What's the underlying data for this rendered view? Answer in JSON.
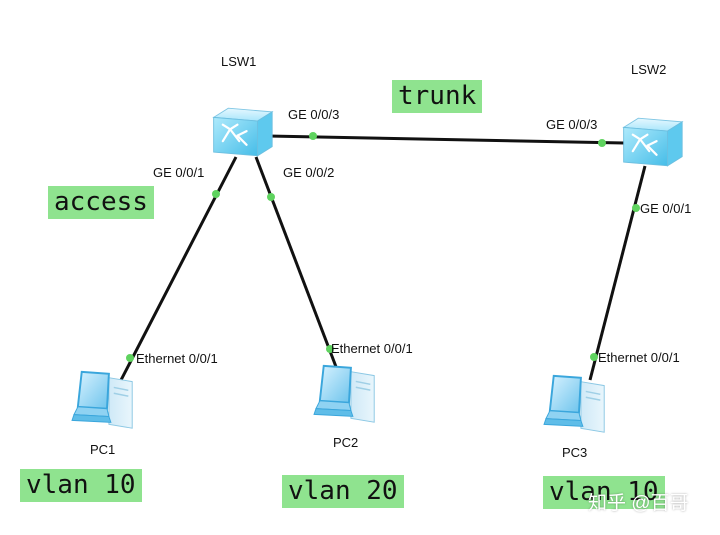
{
  "switches": [
    {
      "id": "lsw1",
      "name": "LSW1"
    },
    {
      "id": "lsw2",
      "name": "LSW2"
    }
  ],
  "pcs": [
    {
      "id": "pc1",
      "name": "PC1"
    },
    {
      "id": "pc2",
      "name": "PC2"
    },
    {
      "id": "pc3",
      "name": "PC3"
    }
  ],
  "ports": {
    "lsw1_ge003": "GE 0/0/3",
    "lsw2_ge003": "GE 0/0/3",
    "lsw1_ge001": "GE 0/0/1",
    "lsw1_ge002": "GE 0/0/2",
    "lsw2_ge001": "GE 0/0/1",
    "pc1_eth": "Ethernet 0/0/1",
    "pc2_eth": "Ethernet 0/0/1",
    "pc3_eth": "Ethernet 0/0/1"
  },
  "modes": {
    "trunk": "trunk",
    "access": "access"
  },
  "vlans": {
    "pc1": "vlan 10",
    "pc2": "vlan 20",
    "pc3": "vlan 10"
  },
  "watermark": "知乎 @百哥",
  "colors": {
    "link": "#111111",
    "port_dot": "#5fd35f",
    "tag_bg": "#8fe38f",
    "switch": "#7fd3f2",
    "pc": "#7fc9ef"
  }
}
